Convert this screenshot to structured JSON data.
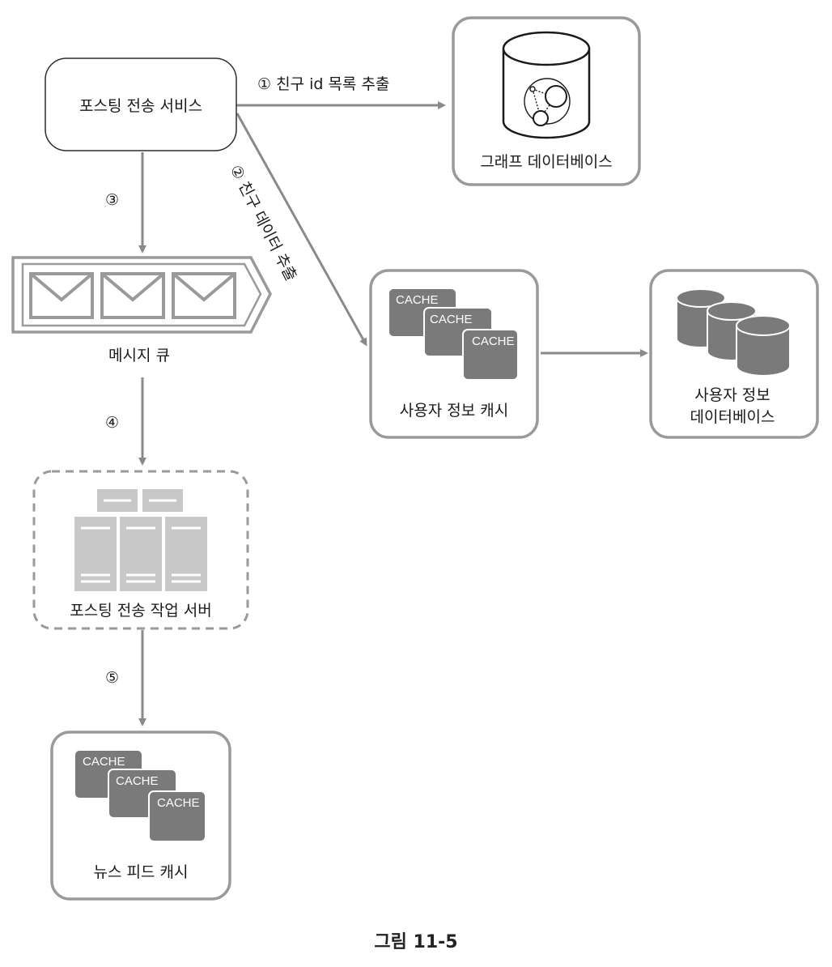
{
  "nodes": {
    "fanout_service": "포스팅 전송 서비스",
    "graph_db": "그래프 데이터베이스",
    "message_queue": "메시지 큐",
    "user_cache": "사용자 정보 캐시",
    "user_db": [
      "사용자 정보",
      "데이터베이스"
    ],
    "fanout_workers": "포스팅 전송 작업 서버",
    "news_feed_cache": "뉴스 피드 캐시"
  },
  "cache_block_label": "CACHE",
  "steps": {
    "step1": "① 친구 id 목록 추출",
    "step2": "② 친구 데이터 추출",
    "step3": "③",
    "step4": "④",
    "step5": "⑤"
  },
  "caption": "그림 11-5",
  "colors": {
    "box_stroke": "#9a9a9a",
    "arrow": "#8a8a8a",
    "cache_fill": "#7a7a7a",
    "server_fill": "#c8c8c8"
  }
}
